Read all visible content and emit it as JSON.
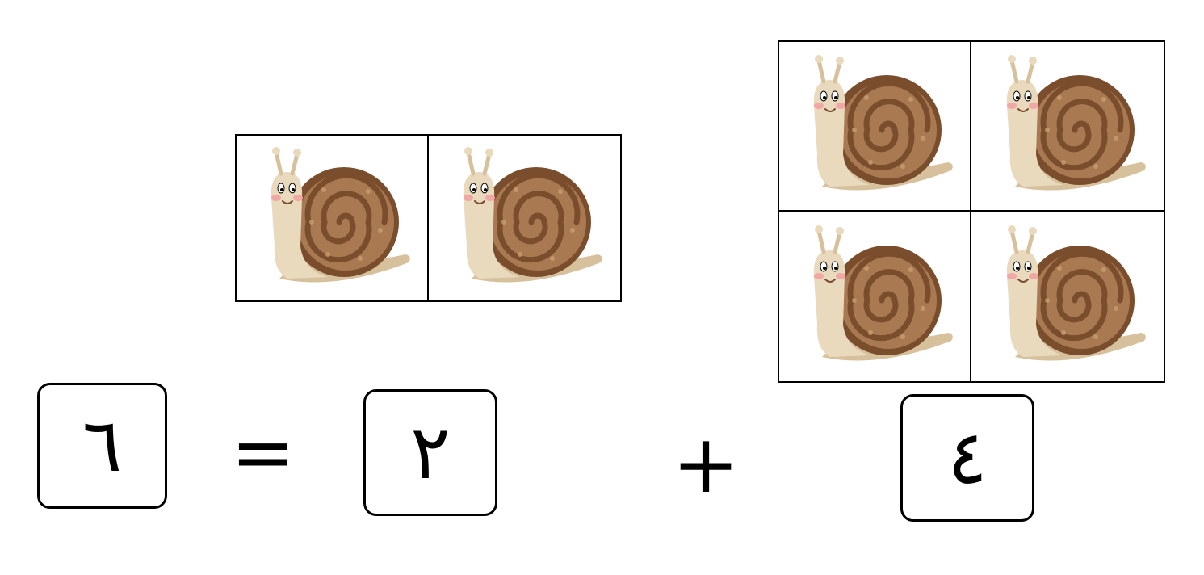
{
  "equation": {
    "result": "٦",
    "equals": "=",
    "addend_right": "٢",
    "plus": "+",
    "addend_left": "٤"
  },
  "groups": {
    "small": {
      "count": 2,
      "icon": "snail-icon"
    },
    "large": {
      "count": 4,
      "icon": "snail-icon"
    }
  },
  "colors": {
    "shell_dark": "#7a4e2d",
    "shell_mid": "#a97a52",
    "shell_light": "#c89e72",
    "body": "#e9d9bd",
    "body_shadow": "#d7c09c",
    "cheek": "#f2a7a7",
    "outline": "#000000"
  }
}
